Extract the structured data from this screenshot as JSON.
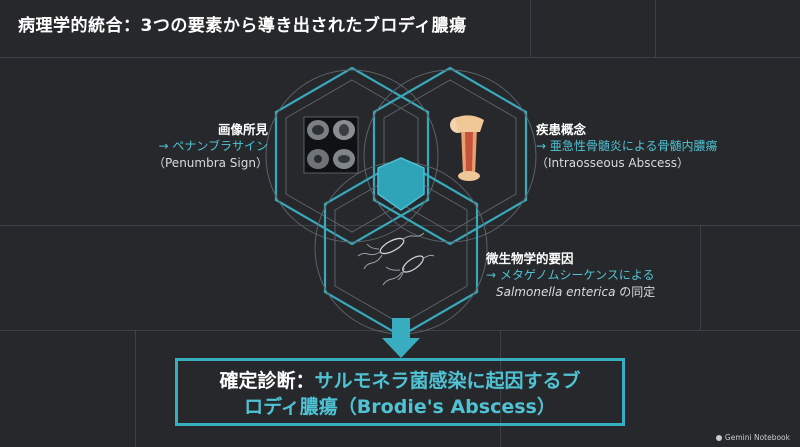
{
  "title": "病理学的統合：3つの要素から導き出されたブロディ膿瘍",
  "imaging": {
    "heading": "画像所見",
    "line1": "→ ペナンブラサイン",
    "line2": "（Penumbra Sign）"
  },
  "disease": {
    "heading": "疾患概念",
    "line1": "→ 亜急性骨髄炎による骨髄内膿瘍",
    "line2": "（Intraosseous Abscess）"
  },
  "micro": {
    "heading": "微生物学的要因",
    "line1": "→ メタゲノムシーケンスによる",
    "line2_italic": "Salmonella enterica",
    "line2_rest": " の同定"
  },
  "conclusion": {
    "prefix": "確定診断：",
    "line1": "サルモネラ菌感染に起因するブ",
    "line2": "ロディ膿瘍（Brodie's Abscess）"
  },
  "watermark": "Gemini Notebook",
  "colors": {
    "background": "#26282b",
    "accent": "#3aaec1",
    "grid": "#3d4044"
  },
  "icons": {
    "imaging": "mri-brain-scan-icon",
    "disease": "femur-bone-icon",
    "micro": "bacteria-icon",
    "arrow": "down-arrow-icon"
  }
}
